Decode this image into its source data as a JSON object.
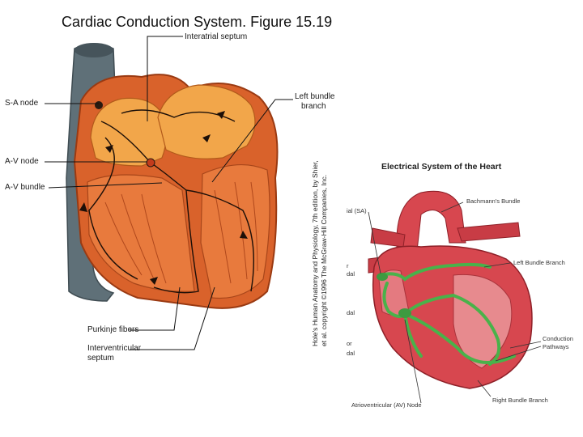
{
  "left_figure": {
    "title": "Cardiac Conduction System. Figure 15.19",
    "labels": {
      "interatrial_septum": "Interatrial septum",
      "sa_node": "S-A node",
      "left_bundle_branch_1": "Left bundle",
      "left_bundle_branch_2": "branch",
      "av_node": "A-V node",
      "av_bundle": "A-V bundle",
      "purkinje_fibers": "Purkinje fibers",
      "interventricular_septum_1": "Interventricular",
      "interventricular_septum_2": "septum"
    },
    "credit_line_1": "Hole's Human Anatomy and Physiology, 7th edition, by Shier,",
    "credit_line_2": "et al. copyright ©1996 The McGraw-Hill Companies, Inc."
  },
  "right_figure": {
    "title": "Electrical System of the Heart",
    "labels": {
      "sa_fragment": "ial (SA)",
      "r_fragment": "r",
      "dal_fragment_1": "dal",
      "dal_fragment_2": "dal",
      "or_fragment": "or",
      "dal_fragment_3": "dal",
      "bachmanns_bundle": "Bachmann's Bundle",
      "left_bundle_branch": "Left Bundle Branch",
      "conduction_pathways_1": "Conduction",
      "conduction_pathways_2": "Pathways",
      "right_bundle_branch": "Right Bundle Branch",
      "av_node": "Atrioventricular (AV) Node"
    }
  },
  "colors": {
    "vessel": "#5f7078",
    "myocardium": "#d9622b",
    "chamber": "#f2a64a",
    "right_heart": "#d7474f",
    "pathway": "#49b24a"
  }
}
